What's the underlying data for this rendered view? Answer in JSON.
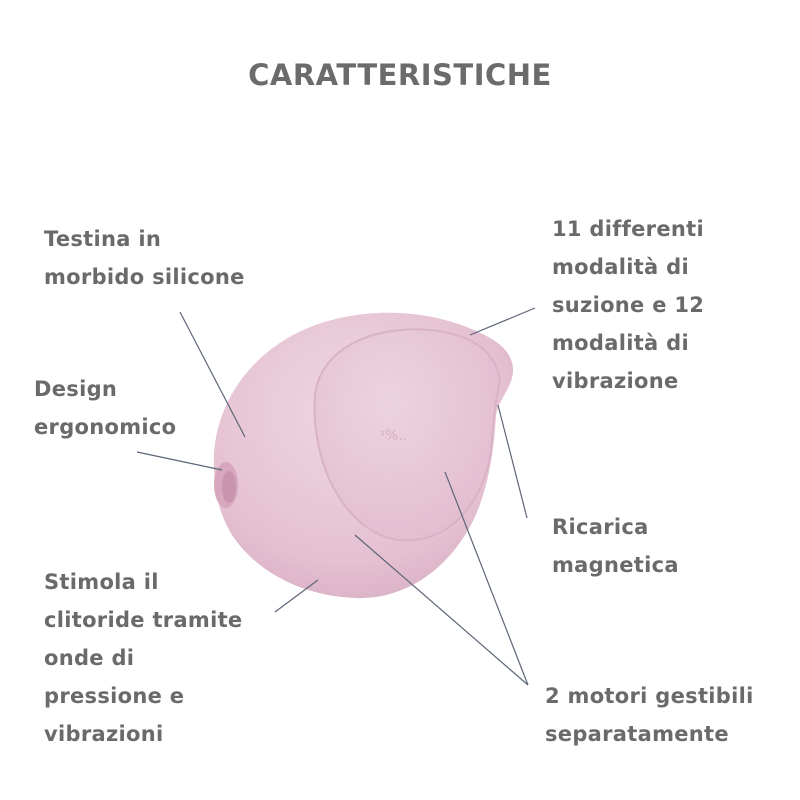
{
  "title": "CARATTERISTICHE",
  "features": [
    {
      "id": "testina",
      "text": "Testina in\nmorbido silicone"
    },
    {
      "id": "design",
      "text": "Design\nergonomico"
    },
    {
      "id": "stimola",
      "text": "Stimola il\nclitoride tramite\nonde di\npressione e\nvibrazioni"
    },
    {
      "id": "modalita",
      "text": "11 differenti\nmodalità di\nsuzione e 12\nmodalità di\nvibrazione"
    },
    {
      "id": "ricarica",
      "text": "Ricarica\nmagnetica"
    },
    {
      "id": "motori",
      "text": "2 motori gestibili\nseparatamente"
    }
  ],
  "colors": {
    "text": "#6a6a6a",
    "line": "#5d6678",
    "product": "#e6c3d3"
  }
}
